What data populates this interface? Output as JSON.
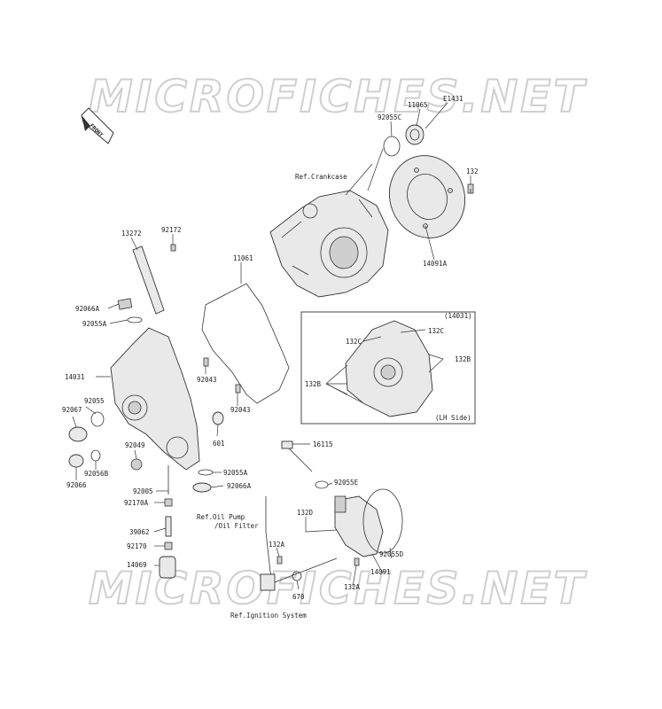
{
  "watermark": "MICROFICHES.NET",
  "front_arrow": "FRONT",
  "refs": {
    "crankcase": "Ref.Crankcase",
    "oil_pump_1": "Ref.Oil Pump",
    "oil_pump_2": "/Oil Filter",
    "ignition": "Ref.Ignition System"
  },
  "inset": {
    "title": "(14031)",
    "caption": "(LH Side)",
    "labels": [
      "132C",
      "132C",
      "132B",
      "132B"
    ]
  },
  "parts": [
    "E1431",
    "11065",
    "92055C",
    "132",
    "14091A",
    "92172",
    "13272",
    "11061",
    "92066A",
    "92055A",
    "14031",
    "92043",
    "92055",
    "92067",
    "92043",
    "92049",
    "601",
    "92056B",
    "92066",
    "16115",
    "92055A",
    "92066A",
    "92005",
    "92170A",
    "92055E",
    "132D",
    "39062",
    "92170",
    "132A",
    "14069",
    "92055D",
    "14091",
    "132A",
    "670"
  ]
}
